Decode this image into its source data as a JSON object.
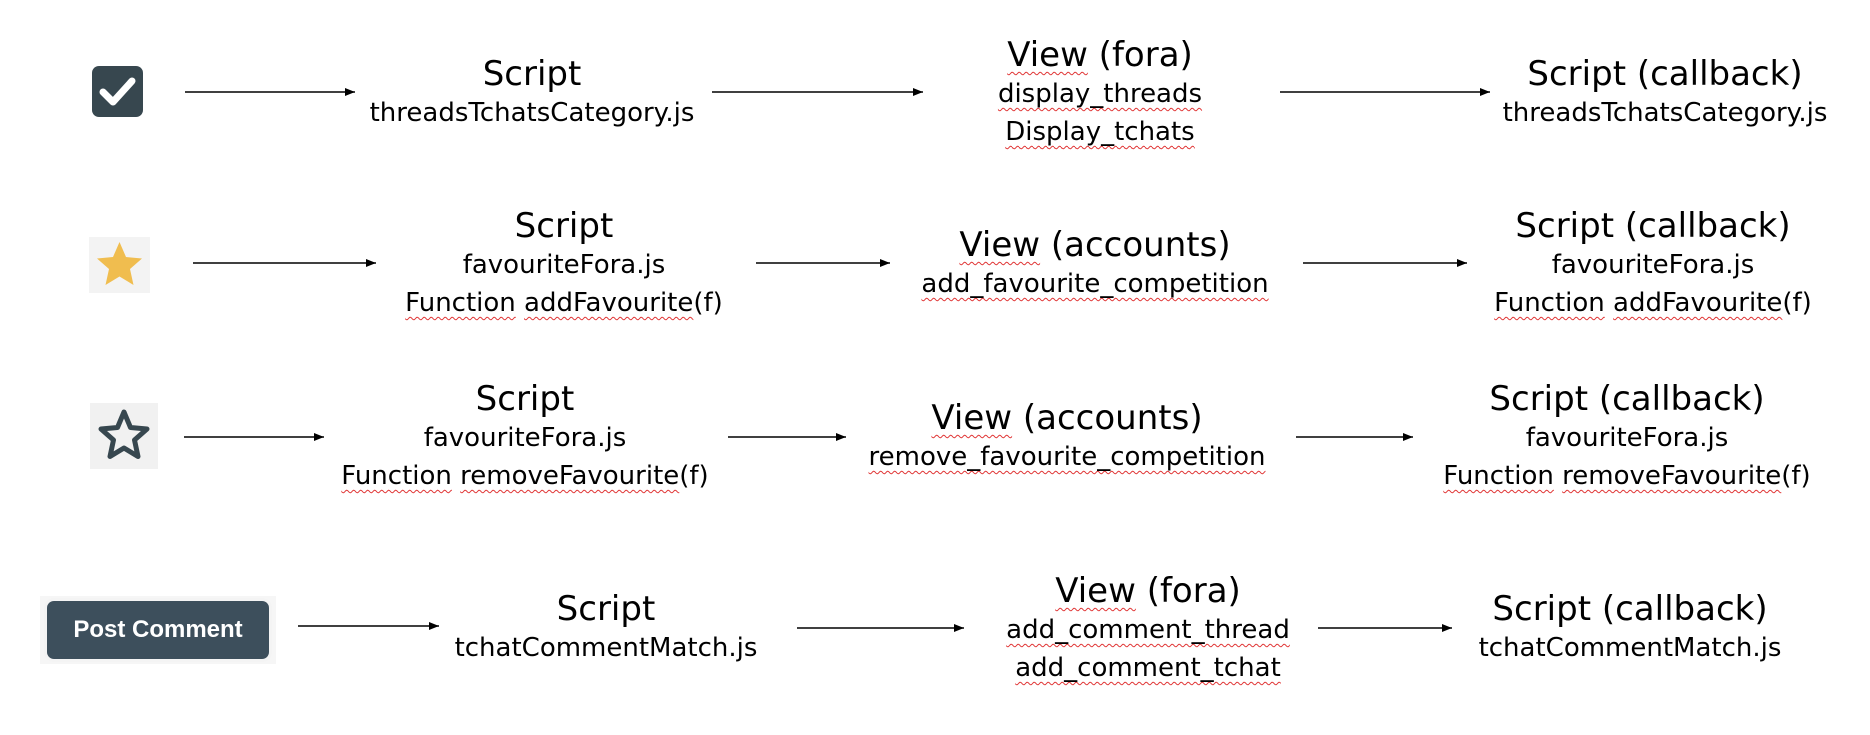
{
  "rows": [
    {
      "trigger": {
        "kind": "checkbox",
        "name": "checkbox-checked-icon"
      },
      "nodes": [
        {
          "name": "script-node",
          "title": "Script",
          "lines": [
            "threadsTchatsCategory.js"
          ]
        },
        {
          "name": "view-node",
          "title": "View (fora)",
          "lines": [
            "display_threads",
            "Display_tchats"
          ]
        },
        {
          "name": "callback-node",
          "title": "Script (callback)",
          "lines": [
            "threadsTchatsCategory.js"
          ]
        }
      ]
    },
    {
      "trigger": {
        "kind": "star-filled",
        "name": "star-filled-icon",
        "color": "#f0bd4f"
      },
      "nodes": [
        {
          "name": "script-node",
          "title": "Script",
          "lines": [
            "favouriteFora.js",
            "Function addFavourite(f)"
          ]
        },
        {
          "name": "view-node",
          "title": "View (accounts)",
          "lines": [
            "add_favourite_competition"
          ]
        },
        {
          "name": "callback-node",
          "title": "Script (callback)",
          "lines": [
            "favouriteFora.js",
            "Function addFavourite(f)"
          ]
        }
      ]
    },
    {
      "trigger": {
        "kind": "star-outline",
        "name": "star-outline-icon",
        "color": "#37474f"
      },
      "nodes": [
        {
          "name": "script-node",
          "title": "Script",
          "lines": [
            "favouriteFora.js",
            "Function removeFavourite(f)"
          ]
        },
        {
          "name": "view-node",
          "title": "View (accounts)",
          "lines": [
            "remove_favourite_competition"
          ]
        },
        {
          "name": "callback-node",
          "title": "Script (callback)",
          "lines": [
            "favouriteFora.js",
            "Function removeFavourite(f)"
          ]
        }
      ]
    },
    {
      "trigger": {
        "kind": "button",
        "name": "post-comment-button",
        "label": "Post Comment",
        "color": "#3d4f5c"
      },
      "nodes": [
        {
          "name": "script-node",
          "title": "Script",
          "lines": [
            "tchatCommentMatch.js"
          ]
        },
        {
          "name": "view-node",
          "title": "View (fora)",
          "lines": [
            "add_comment_thread",
            "add_comment_tchat"
          ]
        },
        {
          "name": "callback-node",
          "title": "Script (callback)",
          "lines": [
            "tchatCommentMatch.js"
          ]
        }
      ]
    }
  ],
  "colors": {
    "arrow": "#000000",
    "spellcheck_underline": "#e03434",
    "checkbox": "#37474f"
  }
}
